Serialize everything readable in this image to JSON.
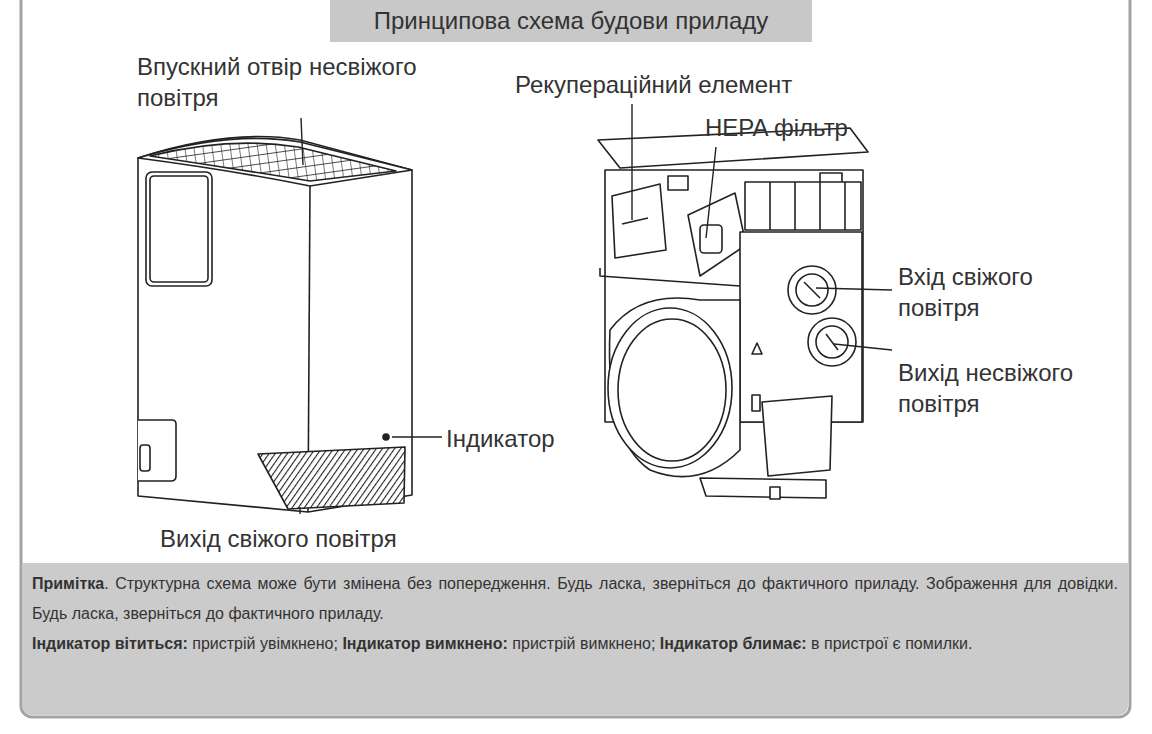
{
  "diagram": {
    "title": "Принципова схема будови приладу",
    "nodes": [
      {
        "text": [
          "Примітка",
          ". Структурна схема може бути змінена без попередження. Будь ласка, зверніться до фактичного приладу. Зображення для довідки. Будь ласка, зверніться до фактичного приладу.",
          "Індикатор вітиться:",
          "пристрій увімкнено;",
          "Індикатор вимкнено:",
          "пристрій вимкнено;",
          "Індикатор блимає:",
          "в пристрої є помилки."
        ]
      }
    ],
    "edges": [],
    "labels": [
      "Впускний отвір несвіжого повітря",
      "Рекупераційний елемент",
      "HEPA фільтр",
      "Вхід свіжого повітря",
      "Вихід несвіжого повітря",
      "Індикатор",
      "Вихід свіжого повітря"
    ]
  }
}
